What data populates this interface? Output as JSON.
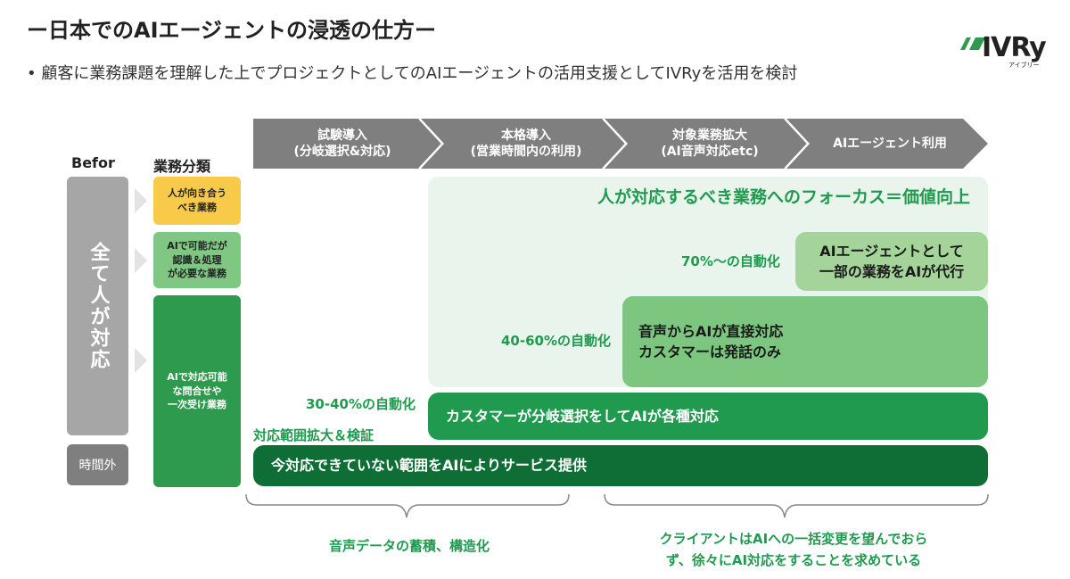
{
  "header": {
    "title": "ー日本でのAIエージェントの浸透の仕方ー",
    "subtitle": "• 顧客に業務課題を理解した上でプロジェクトとしてのAIエージェントの活用支援としてIVRyを活用を検討"
  },
  "logo": {
    "brand": "IVRy",
    "sub": "アイブリー"
  },
  "stages": [
    {
      "label": "試験導入\n(分岐選択&対応)"
    },
    {
      "label": "本格導入\n(営業時間内の利用)"
    },
    {
      "label": "対象業務拡大\n(AI音声対応etc)"
    },
    {
      "label": "AIエージェント利用"
    }
  ],
  "left": {
    "before_heading": "Befor",
    "category_heading": "業務分類",
    "all_human": "全て人が対応",
    "after_hours": "時間外",
    "categories": [
      {
        "label": "人が向き合う\nべき業務"
      },
      {
        "label": "AIで可能だが\n認識＆処理\nが必要な業務"
      },
      {
        "label": "AIで対応可能\nな問合せや\n一次受け業務"
      }
    ]
  },
  "main": {
    "focus_title": "人が対応するべき業務へのフォーカス＝価値向上",
    "agent_box": "AIエージェントとして\n一部の業務をAIが代行",
    "agent_rate": "70%〜の自動化",
    "voice_box": "音声からAIが直接対応\nカスタマーは発話のみ",
    "voice_rate": "40-60%の自動化",
    "customer_box": "カスタマーが分岐選択をしてAIが各種対応",
    "customer_rate": "30-40%の自動化",
    "outside_label": "対応範囲拡大＆検証",
    "outside_box": "今対応できていない範囲をAIによりサービス提供"
  },
  "notes": {
    "left": "音声データの蓄積、構造化",
    "right": "クライアントはAIへの一括変更を望んでおら\nず、徐々にAI対応をすることを求めている"
  },
  "colors": {
    "accent_green": "#1f9a4e",
    "dark_green": "#0f6e36",
    "light_green": "#7cc67f",
    "pale_green": "#e9f5ec",
    "yellow": "#f7ca4a",
    "grey": "#a6a6a6",
    "chevron_grey": "#7f7f7f"
  }
}
